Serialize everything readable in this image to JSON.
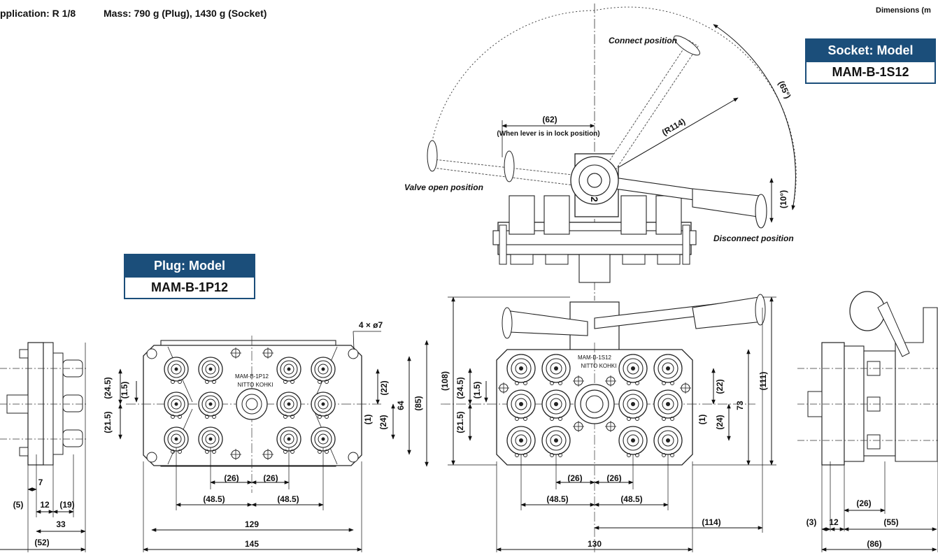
{
  "header": {
    "application": "pplication: R 1/8",
    "mass": "Mass: 790 g (Plug), 1430 g (Socket)",
    "dimensions": "Dimensions (m"
  },
  "plug_model": {
    "label": "Plug: Model",
    "name": "MAM-B-1P12"
  },
  "socket_model": {
    "label": "Socket: Model",
    "name": "MAM-B-1S12"
  },
  "lever": {
    "connect": "Connect position",
    "valve_open": "Valve open position",
    "disconnect": "Disconnect position",
    "lock_dim": "(62)",
    "lock_note": "(When lever is in lock position)",
    "radius": "(R114)",
    "angle_65": "(65°)",
    "angle_10": "(10°)",
    "dial_numeral": "2"
  },
  "plug_marking": {
    "line1": "MAM-B-1P12",
    "line2": "NITTO KOHKI"
  },
  "socket_marking": {
    "line1": "MAM-B-1S12",
    "line2": "NITTO KOHKI"
  },
  "plug_side_dims": {
    "d7": "7",
    "d5": "(5)",
    "d12": "12",
    "d19": "(19)",
    "d33": "33",
    "d52": "(52)"
  },
  "plug_front_dims": {
    "holes": "4 × ø7",
    "d24_5": "(24.5)",
    "d1_5": "(1.5)",
    "d21_5": "(21.5)",
    "d22": "(22)",
    "d1": "(1)",
    "d24": "(24)",
    "d64": "64",
    "d85": "(85)",
    "d26a": "(26)",
    "d26b": "(26)",
    "d48_5a": "(48.5)",
    "d48_5b": "(48.5)",
    "d129": "129",
    "d145": "145"
  },
  "socket_front_dims": {
    "d108": "(108)",
    "d24_5": "(24.5)",
    "d1_5": "(1.5)",
    "d21_5": "(21.5)",
    "d22": "(22)",
    "d1": "(1)",
    "d24": "(24)",
    "d73": "73",
    "d111": "(111)",
    "d26a": "(26)",
    "d26b": "(26)",
    "d48_5a": "(48.5)",
    "d48_5b": "(48.5)",
    "d114": "(114)",
    "d130": "130"
  },
  "socket_side_dims": {
    "d26": "(26)",
    "d3": "(3)",
    "d12": "12",
    "d55": "(55)",
    "d86": "(86)"
  },
  "colors": {
    "accent": "#1b4e7a"
  }
}
